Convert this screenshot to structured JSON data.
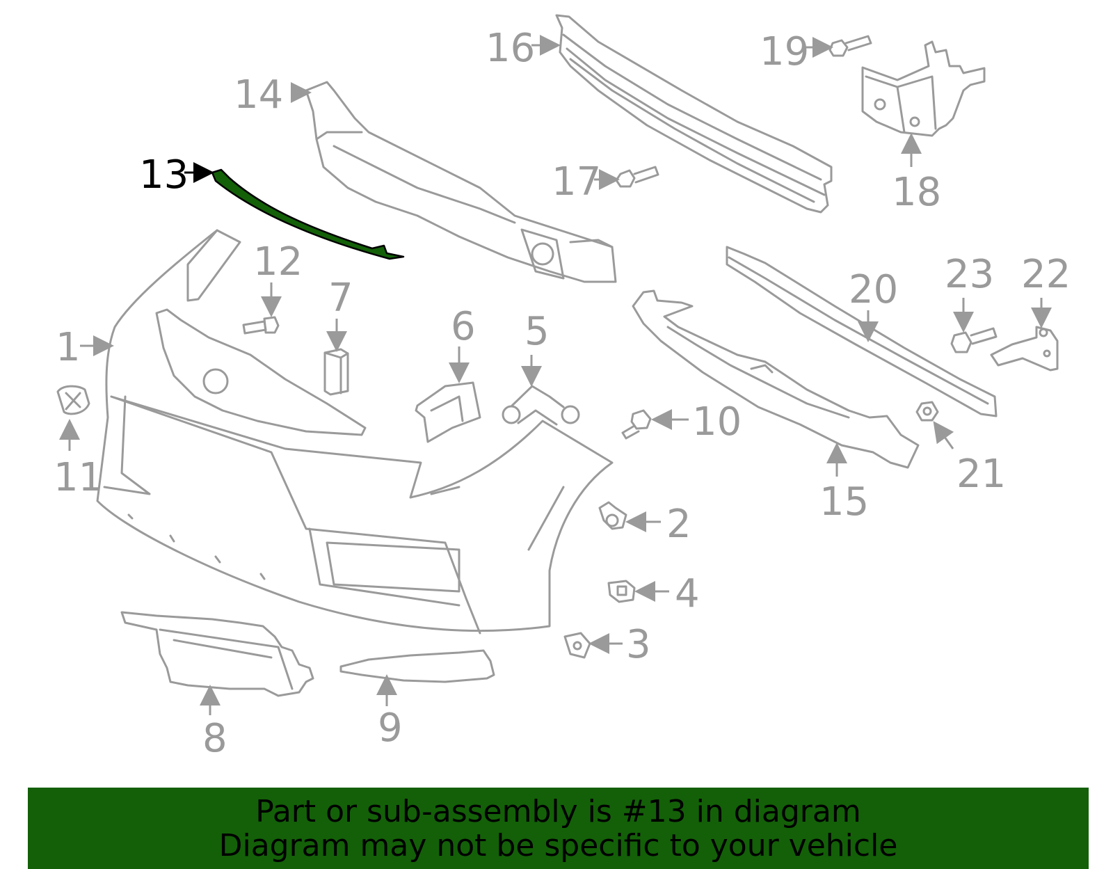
{
  "diagram": {
    "highlighted_part": "13",
    "highlight_color": "#136008",
    "line_color": "#9a9a9a",
    "callouts": {
      "c1": "1",
      "c2": "2",
      "c3": "3",
      "c4": "4",
      "c5": "5",
      "c6": "6",
      "c7": "7",
      "c8": "8",
      "c9": "9",
      "c10": "10",
      "c11": "11",
      "c12": "12",
      "c13": "13",
      "c14": "14",
      "c15": "15",
      "c16": "16",
      "c17": "17",
      "c18": "18",
      "c19": "19",
      "c20": "20",
      "c21": "21",
      "c22": "22",
      "c23": "23"
    }
  },
  "banner": {
    "line1": "Part or sub-assembly is #13 in diagram",
    "line2": "Diagram may not be specific to your vehicle",
    "background": "#136008"
  }
}
